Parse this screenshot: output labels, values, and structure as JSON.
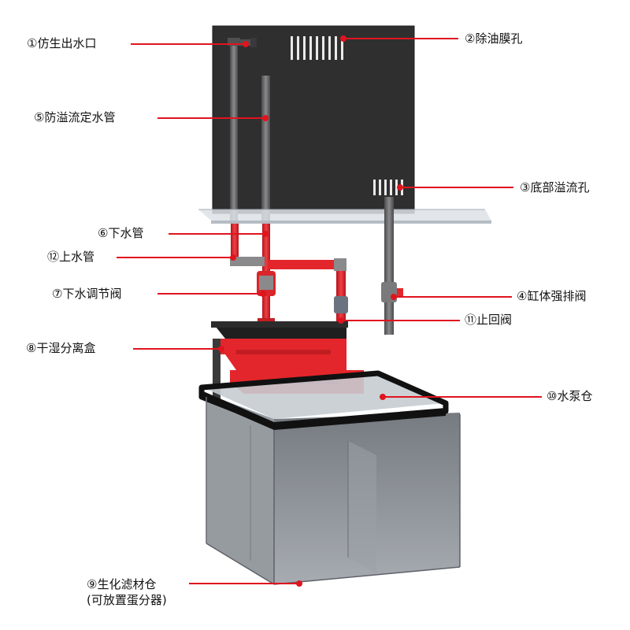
{
  "colors": {
    "leader_line": "#e0141e",
    "panel": "#2f2f30",
    "pipe_gray": "#6e6e70",
    "pipe_red": "#e3262b",
    "glass": "#c8cfd6",
    "tank_frame": "#111111",
    "tank_body": "#7d8288"
  },
  "labels": {
    "l1": "①仿生出水口",
    "l2": "②除油膜孔",
    "l3": "③底部溢流孔",
    "l4": "④缸体强排阀",
    "l5": "⑤防溢流定水管",
    "l6": "⑥下水管",
    "l7": "⑦下水调节阀",
    "l8": "⑧干湿分离盒",
    "l9_line1": "⑨生化滤材仓",
    "l9_line2": "(可放置蛋分器)",
    "l10": "⑩水泵仓",
    "l11": "⑪止回阀",
    "l12": "⑫上水管"
  }
}
